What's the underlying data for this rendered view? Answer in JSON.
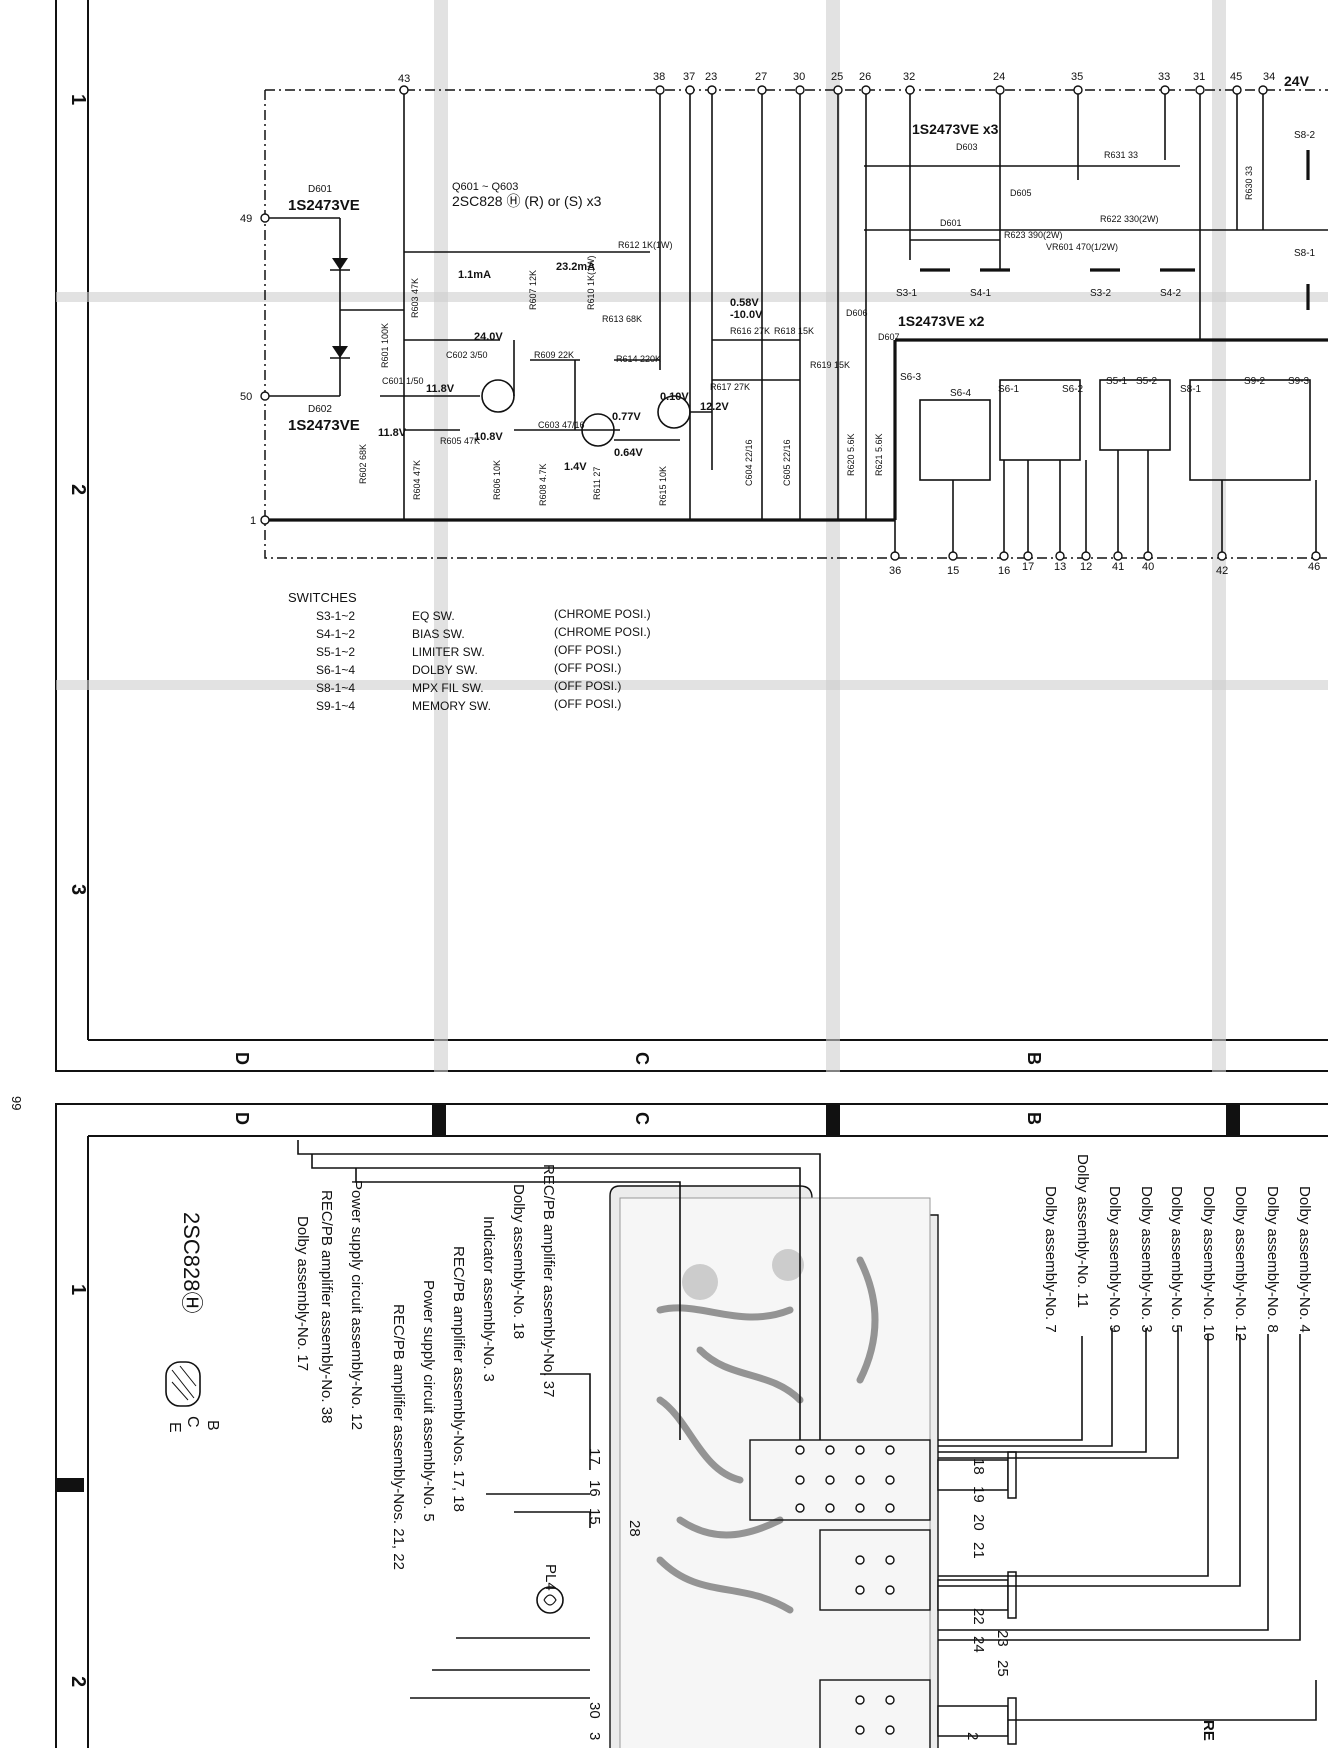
{
  "page_number": "99",
  "schematic": {
    "row_labels": [
      "1",
      "2",
      "3"
    ],
    "col_labels": [
      "D",
      "C",
      "B"
    ],
    "transistor_title": "Q601 ~ Q603",
    "transistor_type": "2SC828 Ⓗ (R) or (S) x3",
    "diode_d601": "D601",
    "diode_d601_type": "1S2473VE",
    "diode_d602": "D602",
    "diode_d602_type": "1S2473VE",
    "diode_group_top": "1S2473VE x3",
    "diode_group_mid": "1S2473VE x2",
    "supply_24v": "24V",
    "terminals_top": [
      "43",
      "38",
      "37",
      "23",
      "27",
      "30",
      "25",
      "26",
      "32",
      "24",
      "35",
      "33",
      "31",
      "45",
      "34"
    ],
    "terminals_left": [
      "49",
      "50",
      "1"
    ],
    "terminals_bottom": [
      "36",
      "15",
      "16",
      "17",
      "13",
      "12",
      "41",
      "40",
      "42",
      "46"
    ],
    "voltages": [
      "24.0V",
      "1.1mA",
      "23.2mA",
      "11.8V",
      "11.8V",
      "10.8V",
      "1.4V",
      "0.77V",
      "0.64V",
      "0.10V",
      "12.2V",
      "0.58V",
      "-10.0V"
    ],
    "components": [
      "R612 1K(1W)",
      "R601 100K",
      "R603 47K",
      "R607 12K",
      "R610 1K(1W)",
      "R613 68K",
      "R616 27K",
      "R618 15K",
      "R619 15K",
      "R609 22K",
      "R614 220K",
      "R617 27K",
      "C601 1/50",
      "C602 3/50",
      "C603 47/16",
      "R602 68K",
      "R604 47K",
      "R605 47K",
      "R606 10K",
      "R608 4.7K",
      "R611 27",
      "R615 10K",
      "C604 22/16",
      "C605 22/16",
      "R620 5.6K",
      "R621 5.6K",
      "R631 33",
      "R630 33",
      "R622 330(2W)",
      "R623 390(2W)",
      "VR601 470(1/2W)",
      "D603",
      "D605",
      "D601",
      "D606",
      "D607"
    ],
    "switch_labels": [
      "S3-1",
      "S4-1",
      "S3-2",
      "S4-2",
      "S6-3",
      "S6-4",
      "S6-1",
      "S6-2",
      "S5-1",
      "S5-2",
      "S8-1",
      "S9-2",
      "S9-3",
      "S8-2",
      "S8-1"
    ],
    "switches_title": "SWITCHES",
    "switches": [
      {
        "id": "S3-1~2",
        "name": "EQ SW.",
        "pos": "(CHROME POSI.)"
      },
      {
        "id": "S4-1~2",
        "name": "BIAS SW.",
        "pos": "(CHROME POSI.)"
      },
      {
        "id": "S5-1~2",
        "name": "LIMITER SW.",
        "pos": "(OFF POSI.)"
      },
      {
        "id": "S6-1~4",
        "name": "DOLBY SW.",
        "pos": "(OFF POSI.)"
      },
      {
        "id": "S8-1~4",
        "name": "MPX FIL SW.",
        "pos": "(OFF POSI.)"
      },
      {
        "id": "S9-1~4",
        "name": "MEMORY SW.",
        "pos": "(OFF POSI.)"
      }
    ]
  },
  "pcb": {
    "row_labels": [
      "1",
      "2"
    ],
    "col_labels": [
      "D",
      "C",
      "B"
    ],
    "transistor_label": "2SC828Ⓗ",
    "pin_b": "B",
    "pin_c": "C",
    "pin_e": "E",
    "pl_label": "PL4",
    "connections": [
      "Dolby assembly-No. 17",
      "REC/PB amplifier assembly-No. 38",
      "Power supply circuit assembly-No. 12",
      "REC/PB amplifier assembly-No. 37",
      "Dolby assembly-No. 18",
      "Indicator assembly-No. 3",
      "REC/PB amplifier assembly-Nos. 17, 18",
      "Power supply circuit assembly-No. 5",
      "REC/PB amplifier assembly-Nos. 21, 22",
      "Dolby assembly-No. 7",
      "Dolby assembly-No. 11",
      "Dolby assembly-No. 9",
      "Dolby assembly-No. 3",
      "Dolby assembly-No. 5",
      "Dolby assembly-No. 10",
      "Dolby assembly-No. 12",
      "Dolby assembly-No. 8",
      "Dolby assembly-No. 4"
    ],
    "terminal_numbers": [
      "17",
      "16",
      "15",
      "28",
      "18",
      "19",
      "20",
      "21",
      "22",
      "23",
      "24",
      "25",
      "30",
      "3",
      "2"
    ],
    "edge_label": "RE"
  }
}
